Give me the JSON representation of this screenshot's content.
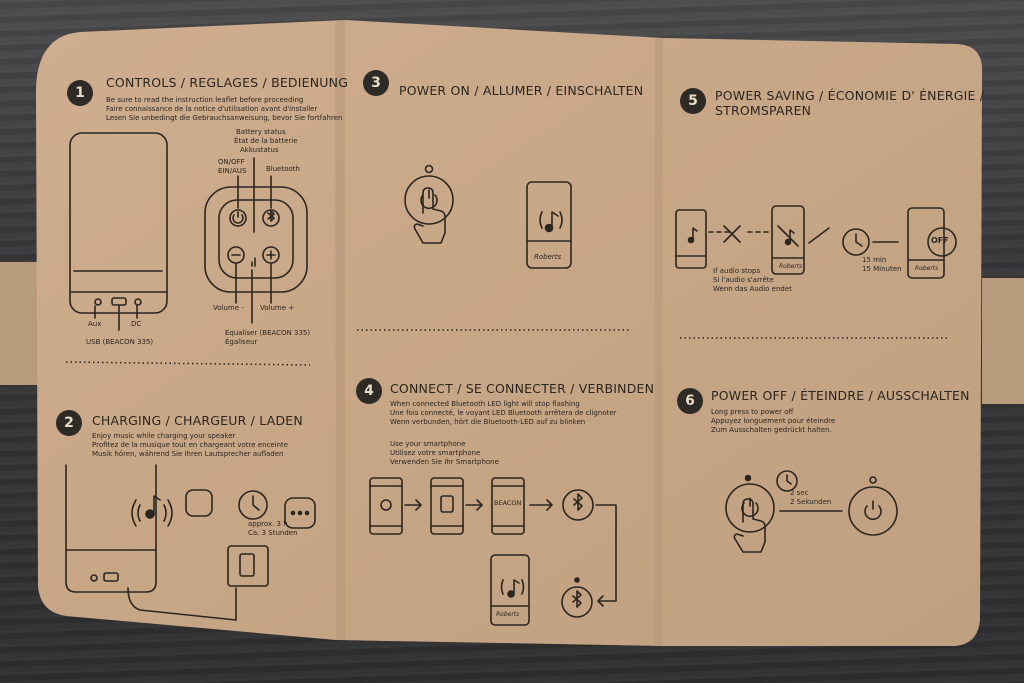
{
  "colors": {
    "cardboard": "#c9a98a",
    "ink": "#2b2620",
    "background": "#3a3a3c"
  },
  "panel1": {
    "step": "1",
    "title": "CONTROLS / REGLAGES / BEDIENUNG",
    "notes": [
      "Be sure to read the instruction leaflet before proceeding",
      "Faire connaissance de la notice d'utilisation avant d'installer",
      "Lesen Sie unbedingt die Gebrauchsanweisung, bevor Sie fortfahren"
    ],
    "battery": [
      "Battery status",
      "État de la batterie",
      "Akkustatus"
    ],
    "onoff": [
      "ON/OFF",
      "EIN/AUS"
    ],
    "bluetooth": "Bluetooth",
    "volume_minus": "Volume -",
    "volume_plus": "Volume +",
    "equaliser": [
      "Equaliser (BEACON 335)",
      "Égaliseur"
    ],
    "aux": "Aux",
    "dc": "DC",
    "usb": "USB (BEACON 335)"
  },
  "panel2": {
    "step": "2",
    "title": "CHARGING / CHARGEUR / LADEN",
    "notes": [
      "Enjoy music while charging your speaker",
      "Profitez de la musique tout en chargeant votre enceinte",
      "Musik hören, während Sie Ihren Lautsprecher aufladen"
    ],
    "time": [
      "approx. 3 h",
      "Ca. 3 Stunden"
    ]
  },
  "panel3": {
    "step": "3",
    "title": "POWER ON / ALLUMER / EINSCHALTEN"
  },
  "panel4": {
    "step": "4",
    "title": "CONNECT / SE CONNECTER / VERBINDEN",
    "notes": [
      "When connected Bluetooth LED light will stop flashing",
      "Une fois connecté, le voyant LED Bluetooth arrêtera de clignoter",
      "Wenn verbunden, hört die Bluetooth-LED auf zu blinken"
    ],
    "phone": [
      "Use your smartphone",
      "Utilisez votre smartphone",
      "Verwenden Sie Ihr Smartphone"
    ],
    "device_name": "BEACON"
  },
  "panel5": {
    "step": "5",
    "title": [
      "POWER SAVING / ÉCONOMIE D' ÉNERGIE /",
      "STROMSPAREN"
    ],
    "stop": [
      "If audio stops",
      "Si l'audio s'arrête",
      "Wenn das Audio endet"
    ],
    "time": [
      "15 min",
      "15 Minuten"
    ],
    "off": "OFF"
  },
  "panel6": {
    "step": "6",
    "title": "POWER OFF / ÉTEINDRE / AUSSCHALTEN",
    "notes": [
      "Long press to power off",
      "Appuyez longuement pour éteindre",
      "Zum Ausschalten gedrückt halten."
    ],
    "time": [
      "2 sec",
      "2 Sekunden"
    ]
  },
  "brand": "Roberts"
}
